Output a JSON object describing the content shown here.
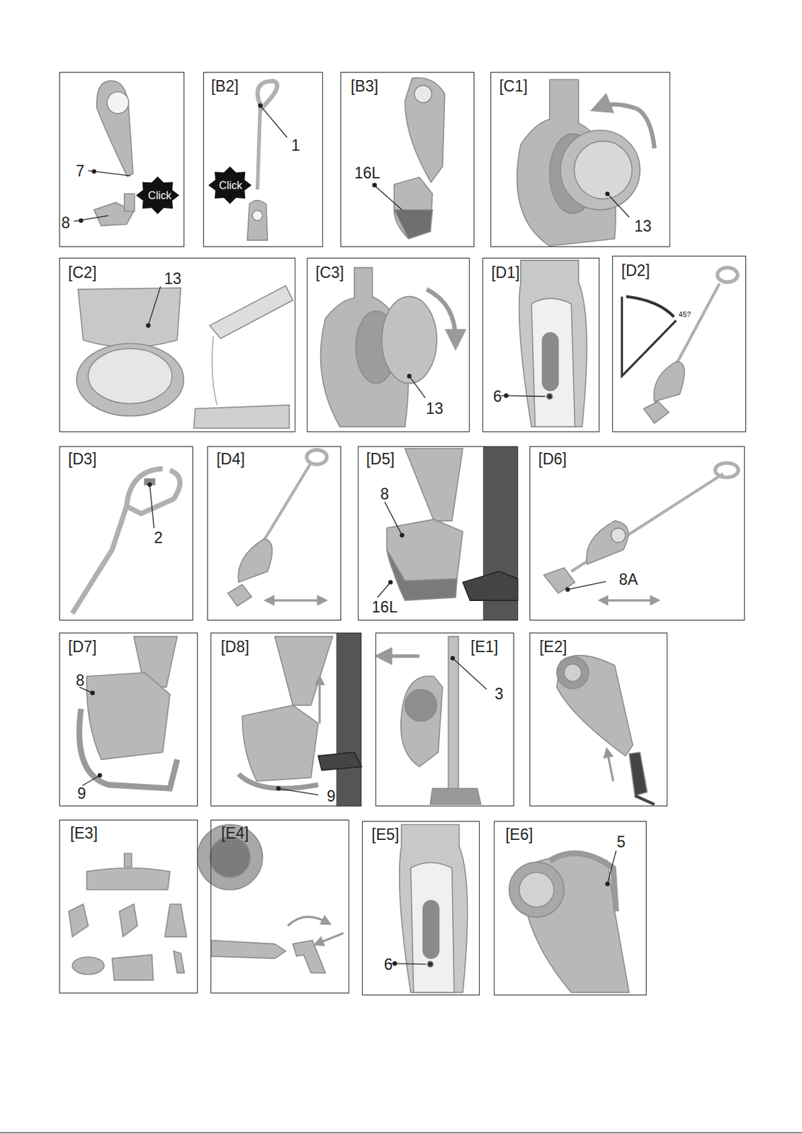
{
  "diagram": {
    "nodes": [
      {
        "text": [
          "7",
          "8",
          "Click"
        ]
      },
      {
        "text": [
          "[B2]",
          "1",
          "Click"
        ]
      },
      {
        "text": [
          "[B3]",
          "16L"
        ]
      },
      {
        "text": [
          "[C1]",
          "13"
        ]
      },
      {
        "text": [
          "[C2]",
          "13"
        ]
      },
      {
        "text": [
          "[C3]",
          "13"
        ]
      },
      {
        "text": [
          "[D1]",
          "6"
        ]
      },
      {
        "text": [
          "[D2]",
          "45?"
        ]
      },
      {
        "text": [
          "[D3]",
          "2"
        ]
      },
      {
        "text": [
          "[D4]"
        ]
      },
      {
        "text": [
          "[D5]",
          "8",
          "16L"
        ]
      },
      {
        "text": [
          "[D6]",
          "8A"
        ]
      },
      {
        "text": [
          "[D7]",
          "8",
          "9"
        ]
      },
      {
        "text": [
          "[D8]",
          "9"
        ]
      },
      {
        "text": [
          "[E1]",
          "3"
        ]
      },
      {
        "text": [
          "[E2]"
        ]
      },
      {
        "text": [
          "[E3]"
        ]
      },
      {
        "text": [
          "[E4]"
        ]
      },
      {
        "text": [
          "[E5]",
          "6"
        ]
      },
      {
        "text": [
          "[E6]",
          "5"
        ]
      }
    ]
  }
}
